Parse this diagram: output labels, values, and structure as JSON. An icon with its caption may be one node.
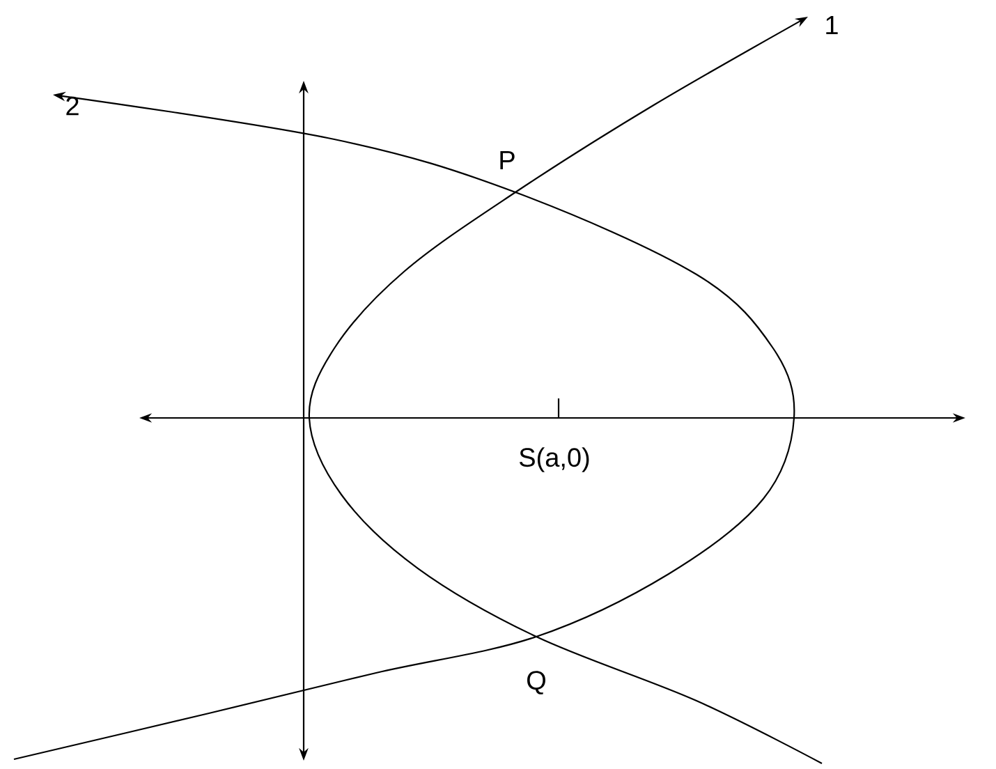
{
  "diagram": {
    "labels": [
      "1",
      "2",
      "P",
      "S(a,0)",
      "Q"
    ]
  }
}
